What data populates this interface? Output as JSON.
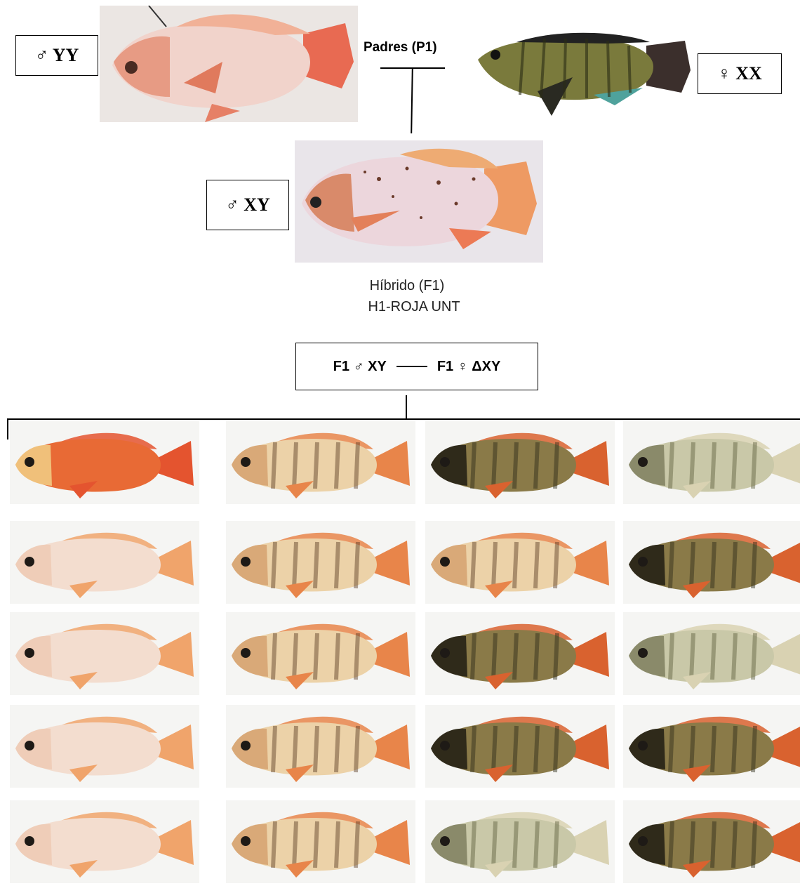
{
  "parents": {
    "title": "Padres (P1)",
    "male_label": "♂ YY",
    "female_label": "♀ XX"
  },
  "hybrid": {
    "label": "♂ XY",
    "caption_line1": "Híbrido (F1)",
    "caption_line2": "H1-ROJA UNT"
  },
  "cross": {
    "male": "F1 ♂ XY",
    "female": "F1 ♀ ΔXY"
  },
  "colors": {
    "red": "#e2553a",
    "pale": "#f2d9c8",
    "orange": "#e9a35a",
    "dark": "#3b3a22",
    "olive": "#7c8a4d"
  },
  "offspring": [
    [
      "red",
      "orange",
      "dark",
      "olive"
    ],
    [
      "pale",
      "orange",
      "orange",
      "dark"
    ],
    [
      "pale",
      "orange",
      "dark",
      "olive"
    ],
    [
      "pale",
      "orange",
      "dark",
      "dark"
    ],
    [
      "pale",
      "orange",
      "olive",
      "dark"
    ]
  ]
}
